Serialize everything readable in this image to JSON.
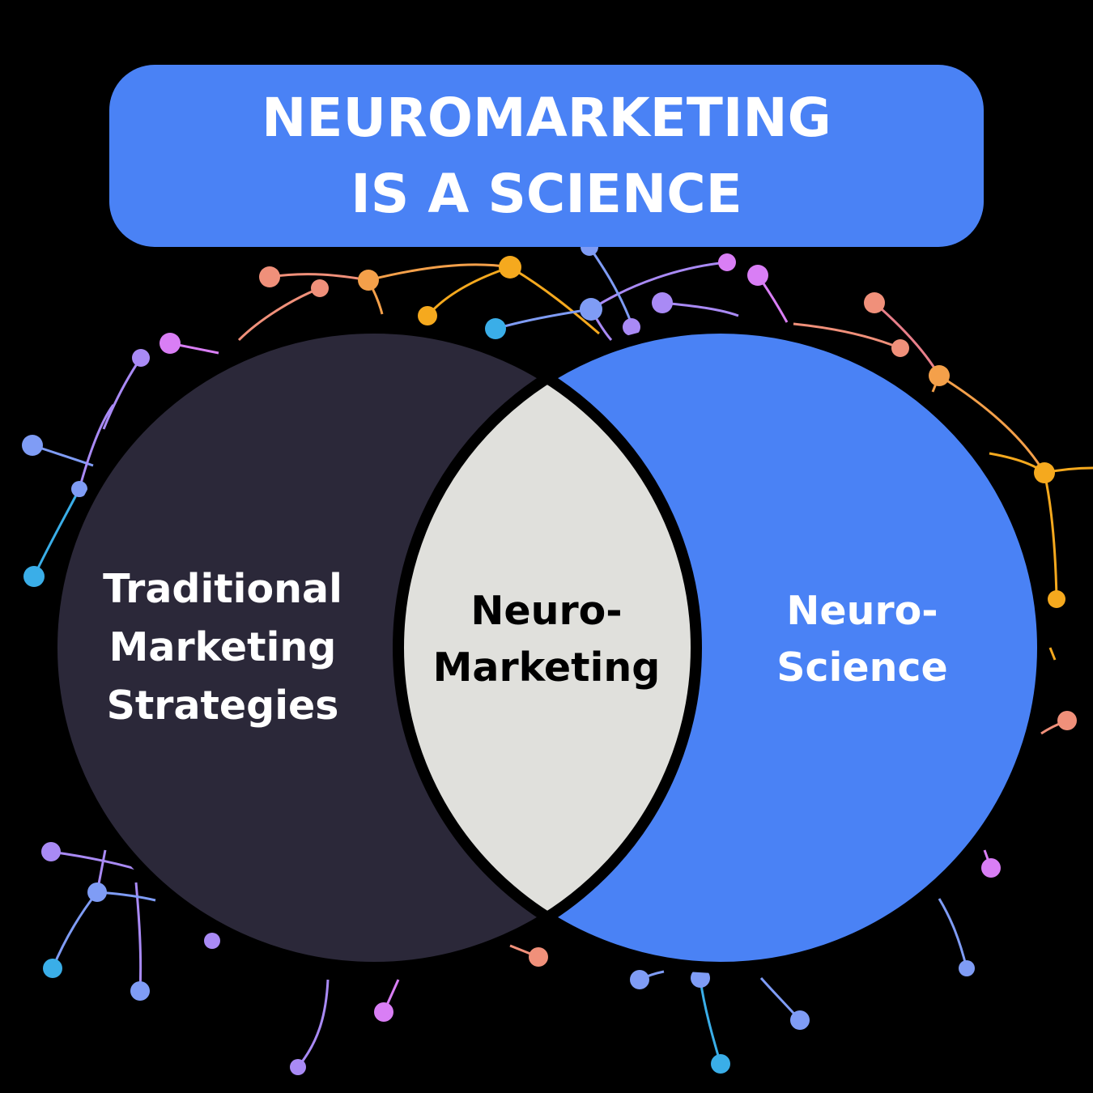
{
  "title": {
    "line1": "NEUROMARKETING",
    "line2": "IS A SCIENCE"
  },
  "circles": {
    "left": {
      "lines": [
        "Traditional",
        "Marketing",
        "Strategies"
      ]
    },
    "center": {
      "lines": [
        "Neuro-",
        "Marketing"
      ]
    },
    "right": {
      "lines": [
        "Neuro-",
        "Science"
      ]
    }
  },
  "colors": {
    "background": "#000000",
    "banner": "#4a82f5",
    "left_circle": "#2b2839",
    "right_circle": "#4a82f5",
    "overlap": "#e0e0dc",
    "outline": "#000000",
    "text_light": "#ffffff",
    "text_dark": "#000000"
  },
  "decoration": {
    "network_node_colors": [
      "#f0907a",
      "#f4a04a",
      "#f5a91e",
      "#a98af5",
      "#d97ef5",
      "#7f9cf5",
      "#3aaee8",
      "#e87f8a"
    ]
  }
}
